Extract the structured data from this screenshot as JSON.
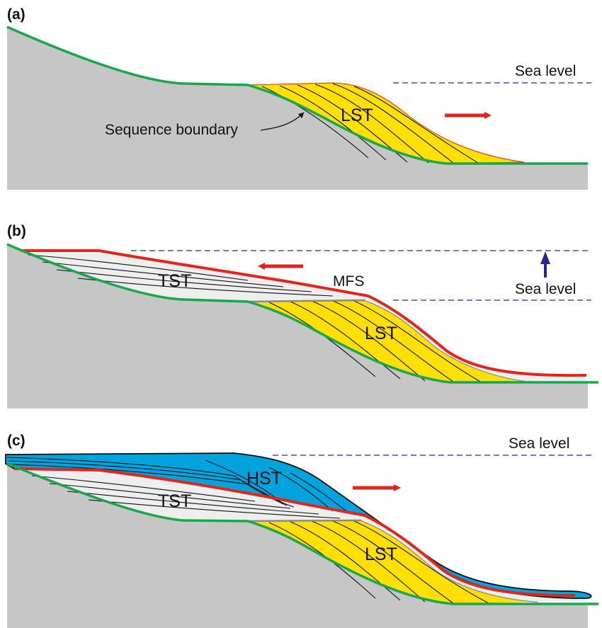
{
  "colors": {
    "basement": "#c6c6c6",
    "sequence_boundary": "#17a84b",
    "lst_fill": "#ffe000",
    "tst_fill": "#eeeeee",
    "hst_fill": "#00a3dc",
    "mfs_line": "#e1261c",
    "sea_level": "#232a8f",
    "arrow_red": "#e1261c",
    "arrow_blue": "#2b2590",
    "surface_grey": "#8a8a8a"
  },
  "panels": [
    {
      "tag": "(a)",
      "sea_level_label": "Sea level",
      "units": [
        "LST"
      ],
      "callout": "Sequence boundary",
      "arrow": "seaward",
      "icon": "arrow-right-icon"
    },
    {
      "tag": "(b)",
      "sea_level_label": "Sea level",
      "units": [
        "TST",
        "LST"
      ],
      "surface_label": "MFS",
      "arrow": "landward",
      "icon": "arrow-left-icon",
      "rise_icon": "arrow-up-icon"
    },
    {
      "tag": "(c)",
      "sea_level_label": "Sea level",
      "units": [
        "HST",
        "TST",
        "LST"
      ],
      "arrow": "seaward",
      "icon": "arrow-right-icon"
    }
  ]
}
